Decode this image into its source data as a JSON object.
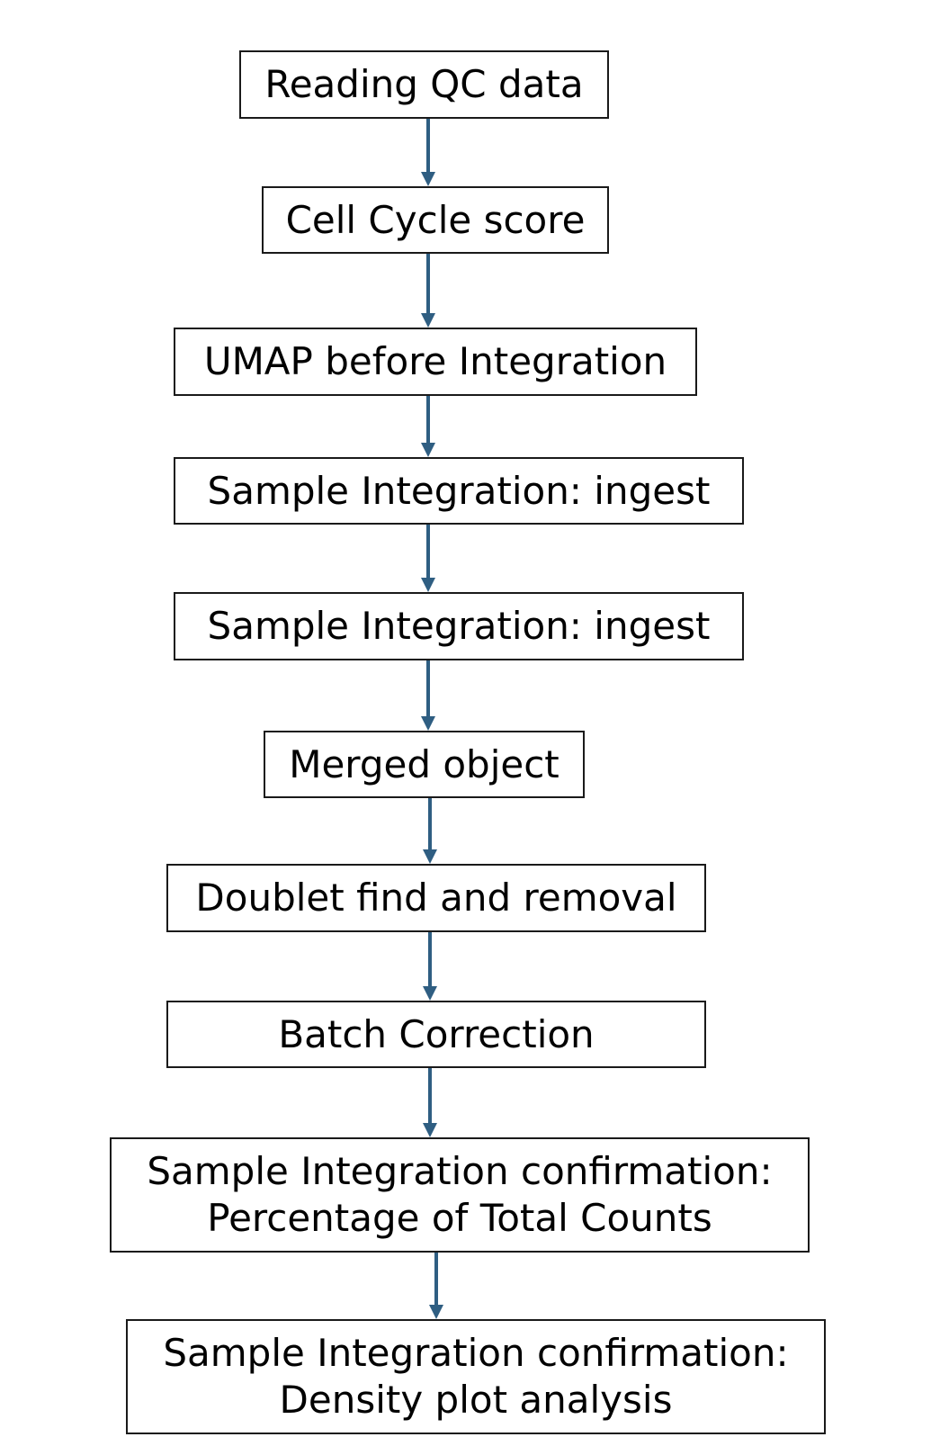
{
  "flowchart": {
    "steps": [
      {
        "lines": [
          "Reading QC data"
        ]
      },
      {
        "lines": [
          "Cell Cycle score"
        ]
      },
      {
        "lines": [
          "UMAP before Integration"
        ]
      },
      {
        "lines": [
          "Sample Integration: ingest"
        ]
      },
      {
        "lines": [
          "Sample Integration: ingest"
        ]
      },
      {
        "lines": [
          "Merged object"
        ]
      },
      {
        "lines": [
          "Doublet find and removal"
        ]
      },
      {
        "lines": [
          "Batch Correction"
        ]
      },
      {
        "lines": [
          "Sample Integration confirmation:",
          "Percentage of Total Counts"
        ]
      },
      {
        "lines": [
          "Sample Integration confirmation:",
          "Density plot analysis"
        ]
      }
    ],
    "arrow_color": "#2f5e82",
    "box_border_color": "#1a1a1a"
  }
}
